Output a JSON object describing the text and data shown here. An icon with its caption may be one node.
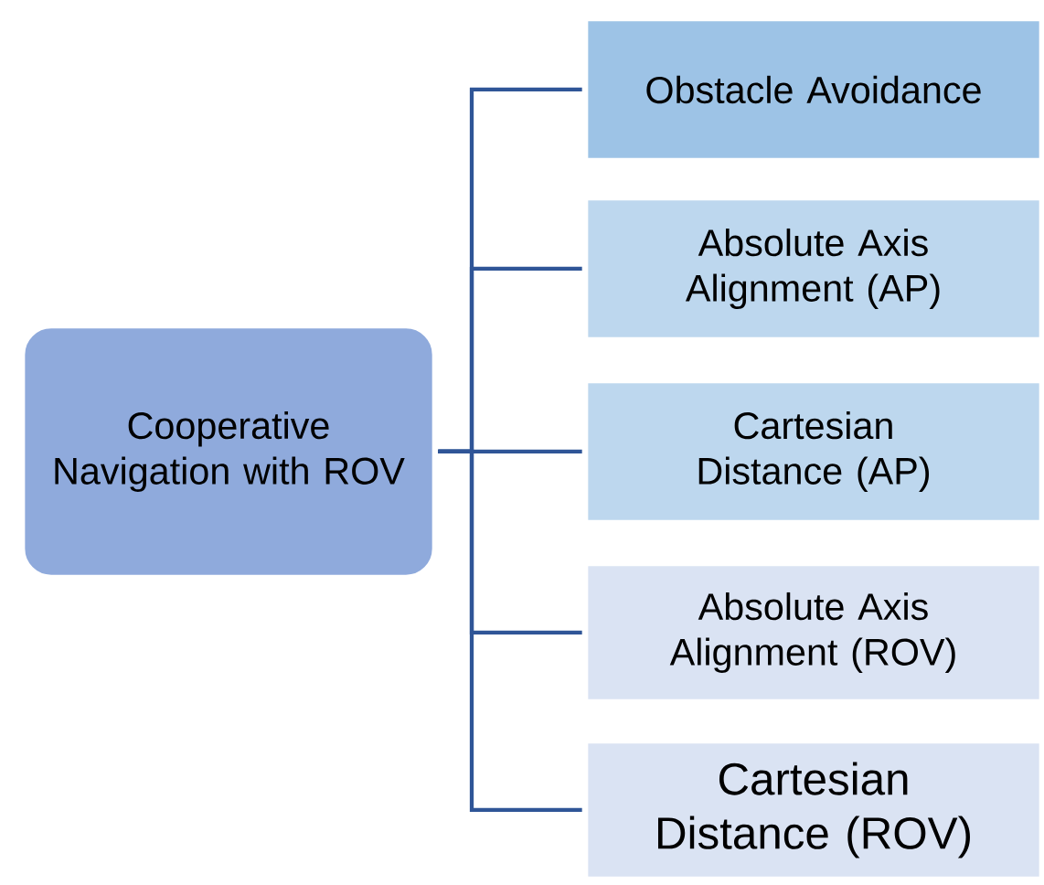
{
  "diagram": {
    "nodes": [
      {
        "text": [
          "Cooperative Navigation with ROV"
        ]
      },
      {
        "text": [
          "Obstacle Avoidance"
        ]
      },
      {
        "text": [
          "Absolute Axis Alignment (AP)"
        ]
      },
      {
        "text": [
          "Cartesian Distance (AP)"
        ]
      },
      {
        "text": [
          "Absolute Axis Alignment (ROV)"
        ]
      },
      {
        "text": [
          "Cartesian Distance (ROV)"
        ]
      }
    ],
    "edges": [
      {
        "from": 0,
        "to": 1,
        "arrow": "none"
      },
      {
        "from": 0,
        "to": 2,
        "arrow": "none"
      },
      {
        "from": 0,
        "to": 3,
        "arrow": "none"
      },
      {
        "from": 0,
        "to": 4,
        "arrow": "none"
      },
      {
        "from": 0,
        "to": 5,
        "arrow": "none"
      }
    ]
  }
}
